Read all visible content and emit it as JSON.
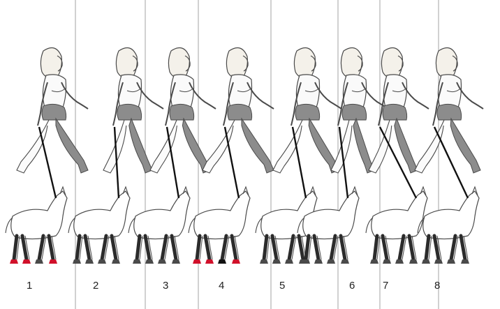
{
  "frames": [
    {
      "number": "1",
      "red_hooves": [
        "front",
        "rear"
      ]
    },
    {
      "number": "2",
      "red_hooves": []
    },
    {
      "number": "3",
      "red_hooves": []
    },
    {
      "number": "4",
      "red_hooves": [
        "front",
        "rear",
        "lifted"
      ]
    },
    {
      "number": "5",
      "red_hooves": []
    },
    {
      "number": "6",
      "red_hooves": []
    },
    {
      "number": "7",
      "red_hooves": []
    },
    {
      "number": "8",
      "red_hooves": []
    }
  ],
  "colors": {
    "background": "#ffffff",
    "divider": "#b8b8b8",
    "outline": "#4a4a4a",
    "trousers_shade": "#8c8c8c",
    "leg_shade": "#2b2b2b",
    "lead_rope": "#111111",
    "hoof_highlight": "#d0102a",
    "hoof_dark": "#111111"
  },
  "icons": {
    "walker": "woman-walker-figure",
    "horse": "foal-figure"
  }
}
